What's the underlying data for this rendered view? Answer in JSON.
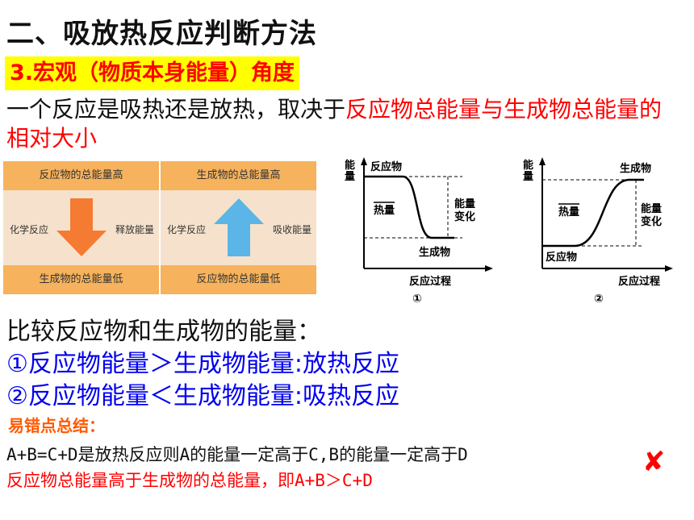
{
  "title": "二、吸放热反应判断方法",
  "subtitle": "3.宏观（物质本身能量）角度",
  "intro": {
    "part1": "一个反应是吸热还是放热，取决于",
    "part2": "反应物总能量与生成物总能量的相对大小"
  },
  "panel_left": {
    "top": "反应物的总能量高",
    "left": "化学反应",
    "right": "释放能量",
    "bottom": "生成物的总能量低",
    "arrow_color": "#f57a32"
  },
  "panel_right": {
    "top": "生成物的总能量高",
    "left": "化学反应",
    "right": "吸收能量",
    "bottom": "反应物的总能量低",
    "arrow_color": "#5bb5e6"
  },
  "diagram1": {
    "y_axis": "能量",
    "x_axis": "反应过程",
    "high_label": "反应物",
    "low_label": "生成物",
    "heat": "热量",
    "change": "能量变化",
    "number": "①"
  },
  "diagram2": {
    "y_axis": "能量",
    "x_axis": "反应过程",
    "high_label": "生成物",
    "low_label": "反应物",
    "heat": "热量",
    "change": "能量变化",
    "number": "②"
  },
  "compare": {
    "heading": "比较反应物和生成物的能量：",
    "line1": "①反应物能量＞生成物能量:放热反应",
    "line2": "②反应物能量＜生成物能量:吸热反应"
  },
  "error": {
    "title": "易错点总结：",
    "statement": "A+B=C+D是放热反应则A的能量一定高于C,B的能量一定高于D",
    "correction": "反应物总能量高于生成物的总能量，即A+B＞C+D",
    "mark": "✘"
  }
}
